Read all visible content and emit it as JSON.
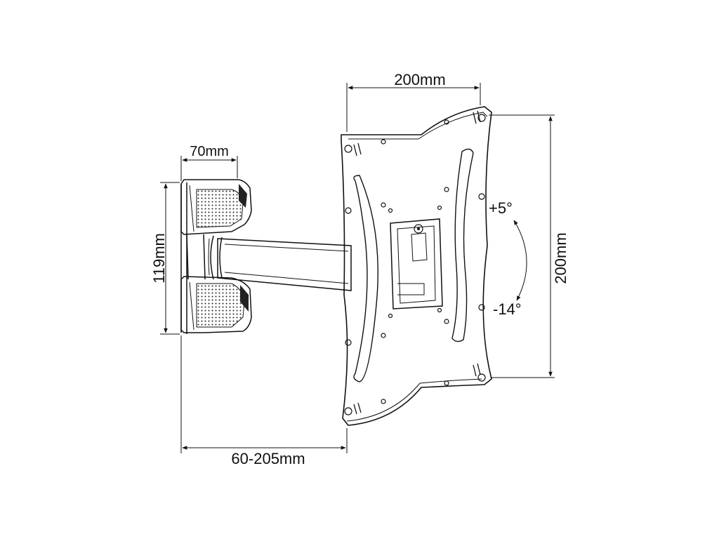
{
  "dimensions": {
    "top_width": "200mm",
    "right_height": "200mm",
    "wall_width": "70mm",
    "wall_height": "119mm",
    "extension": "60-205mm"
  },
  "tilt": {
    "up": "+5°",
    "down": "-14°"
  }
}
